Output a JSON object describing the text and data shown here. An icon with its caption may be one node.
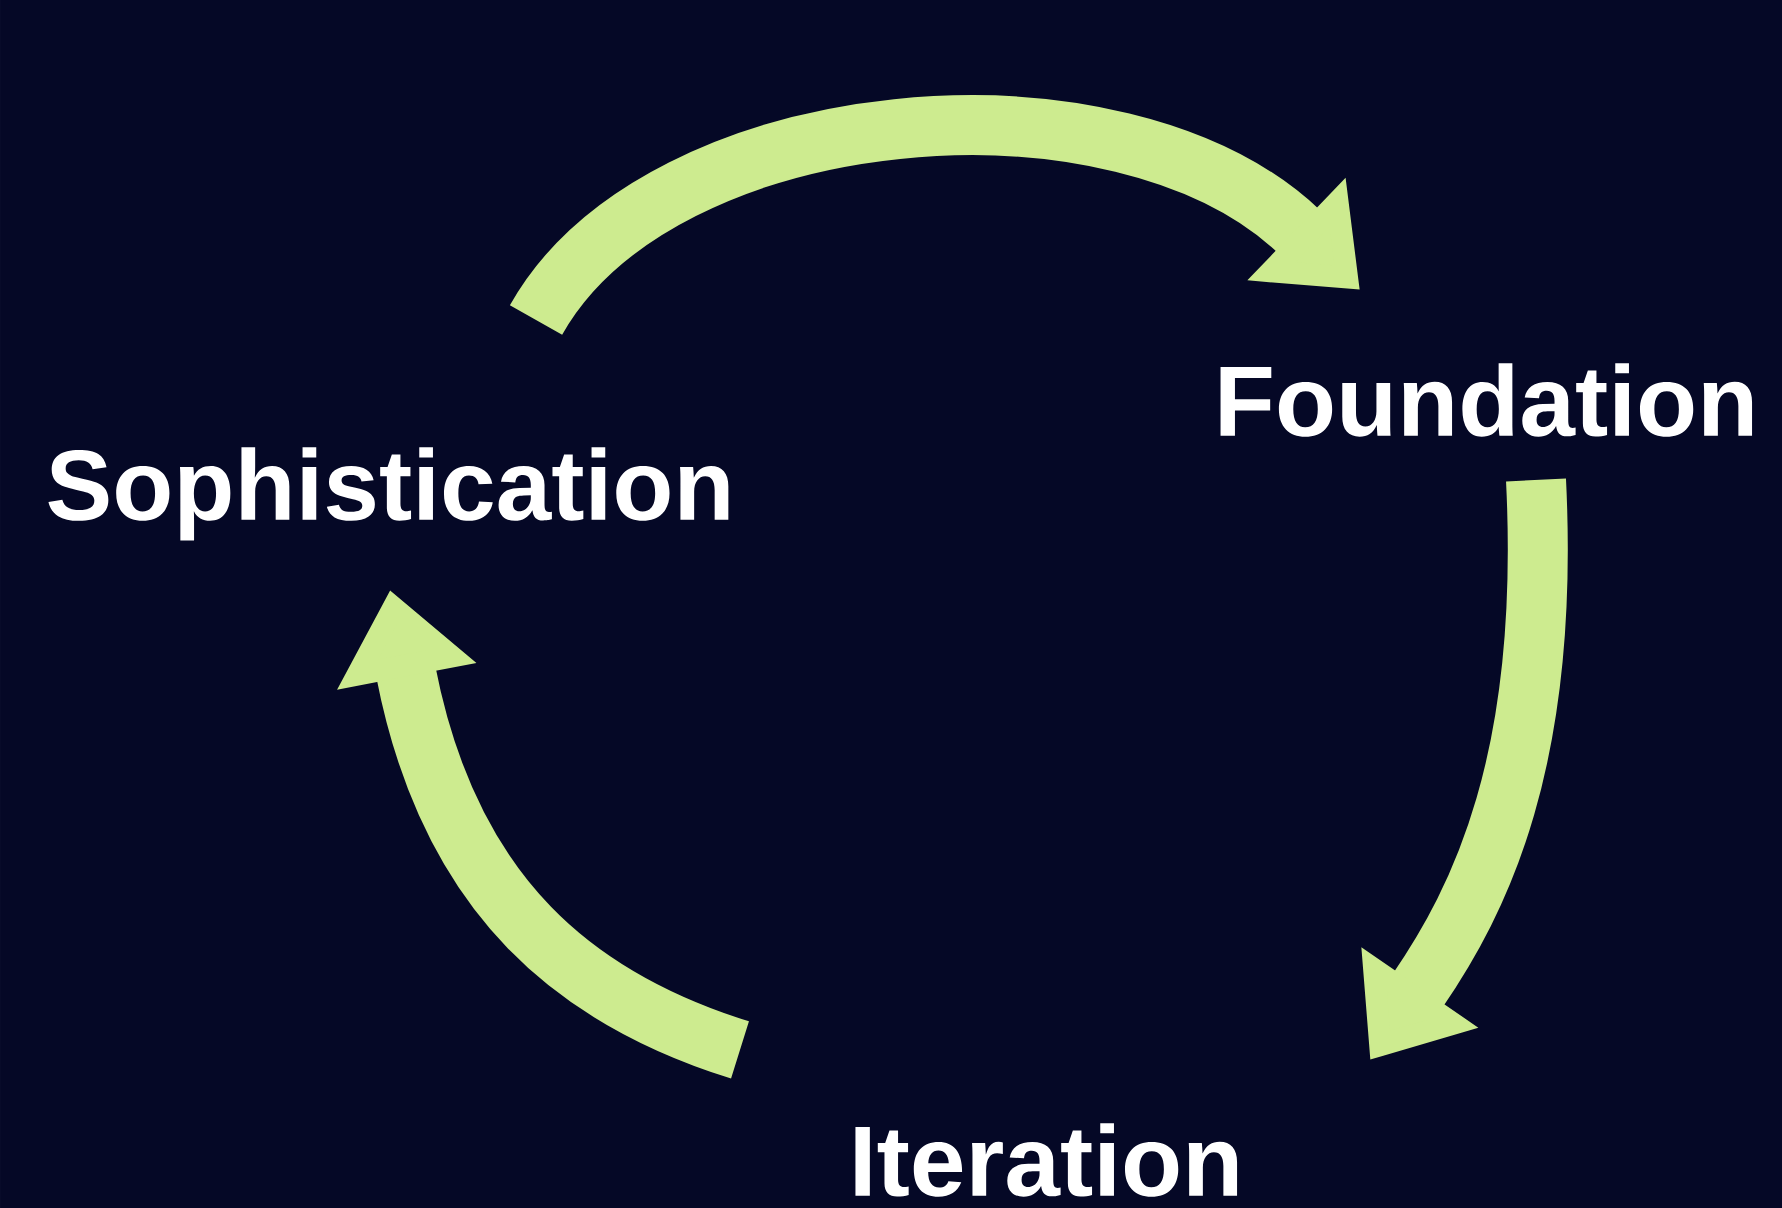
{
  "diagram": {
    "nodes": [
      {
        "text": [
          "Sophistication"
        ]
      },
      {
        "text": [
          "Foundation"
        ]
      },
      {
        "text": [
          "Iteration"
        ]
      }
    ],
    "edges": [
      {
        "from": 0,
        "to": 1,
        "arrow": "to"
      },
      {
        "from": 1,
        "to": 2,
        "arrow": "to"
      },
      {
        "from": 2,
        "to": 0,
        "arrow": "to"
      }
    ]
  }
}
